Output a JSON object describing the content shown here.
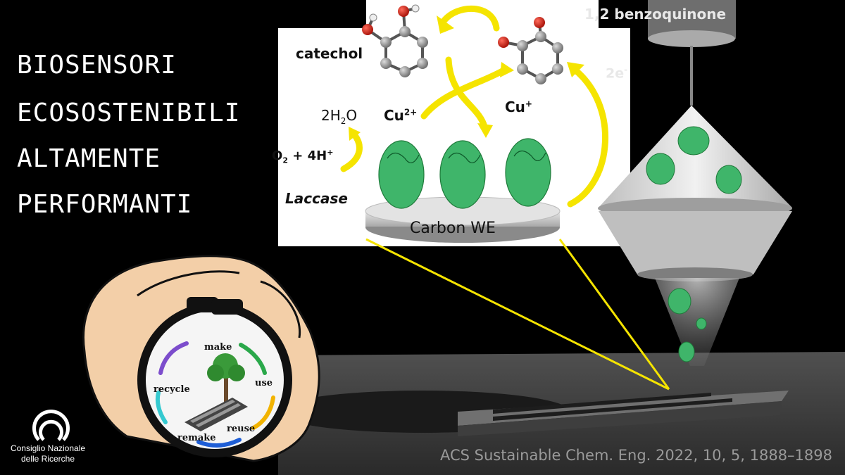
{
  "title": {
    "lines": [
      "BIOSENSORI",
      "ECOSOSTENIBILI",
      "ALTAMENTE",
      "PERFORMANTI"
    ]
  },
  "diagram": {
    "catechol": "catechol",
    "benzoquinone": "1,2 benzoquinone",
    "electrons": "2e",
    "electrons_sup": "-",
    "water": "2H",
    "water_sub": "2",
    "water_end": "O",
    "cu2": "Cu",
    "cu2_sup": "2+",
    "cu1": "Cu",
    "cu1_sup": "+",
    "o2": "O",
    "o2_sub": "2",
    "o2_rest": " + 4H",
    "o2_sup": "+",
    "enzyme": "Laccase",
    "electrode": "Carbon WE"
  },
  "cycle": {
    "labels": [
      "make",
      "use",
      "reuse",
      "remake",
      "recycle"
    ]
  },
  "logo": {
    "org_line1": "Consiglio Nazionale",
    "org_line2": "delle Ricerche"
  },
  "citation": "ACS Sustainable Chem. Eng. 2022, 10, 5, 1888–1898",
  "colors": {
    "background": "#000000",
    "arrow_yellow": "#f5e400",
    "protein_green": "#3fb56a",
    "hand_skin": "#f3cfa8"
  }
}
